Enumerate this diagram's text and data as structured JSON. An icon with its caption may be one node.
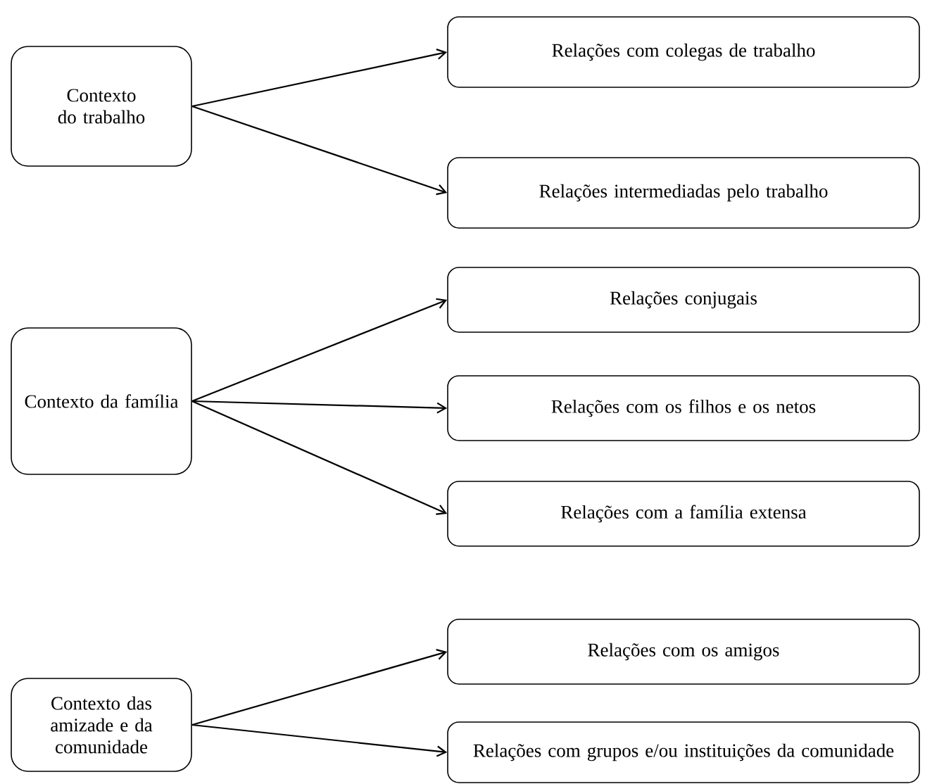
{
  "diagram": {
    "nodes": [
      {
        "text": [
          "Contexto do trabalho"
        ]
      },
      {
        "text": [
          "Relações com colegas de trabalho"
        ]
      },
      {
        "text": [
          "Relações intermediadas pelo trabalho"
        ]
      },
      {
        "text": [
          "Contexto da família"
        ]
      },
      {
        "text": [
          "Relações conjugais"
        ]
      },
      {
        "text": [
          "Relações com os filhos e os netos"
        ]
      },
      {
        "text": [
          "Relações com a família extensa"
        ]
      },
      {
        "text": [
          "Contexto das amizade e da comunidade"
        ]
      },
      {
        "text": [
          "Relações com os amigos"
        ]
      },
      {
        "text": [
          "Relações com grupos e/ou instituições da comunidade"
        ]
      }
    ],
    "edges": [
      {
        "from": 0,
        "to": 1,
        "arrow": "to"
      },
      {
        "from": 0,
        "to": 2,
        "arrow": "to"
      },
      {
        "from": 3,
        "to": 4,
        "arrow": "to"
      },
      {
        "from": 3,
        "to": 5,
        "arrow": "to"
      },
      {
        "from": 3,
        "to": 6,
        "arrow": "to"
      },
      {
        "from": 7,
        "to": 8,
        "arrow": "to"
      },
      {
        "from": 7,
        "to": 9,
        "arrow": "to"
      }
    ]
  }
}
